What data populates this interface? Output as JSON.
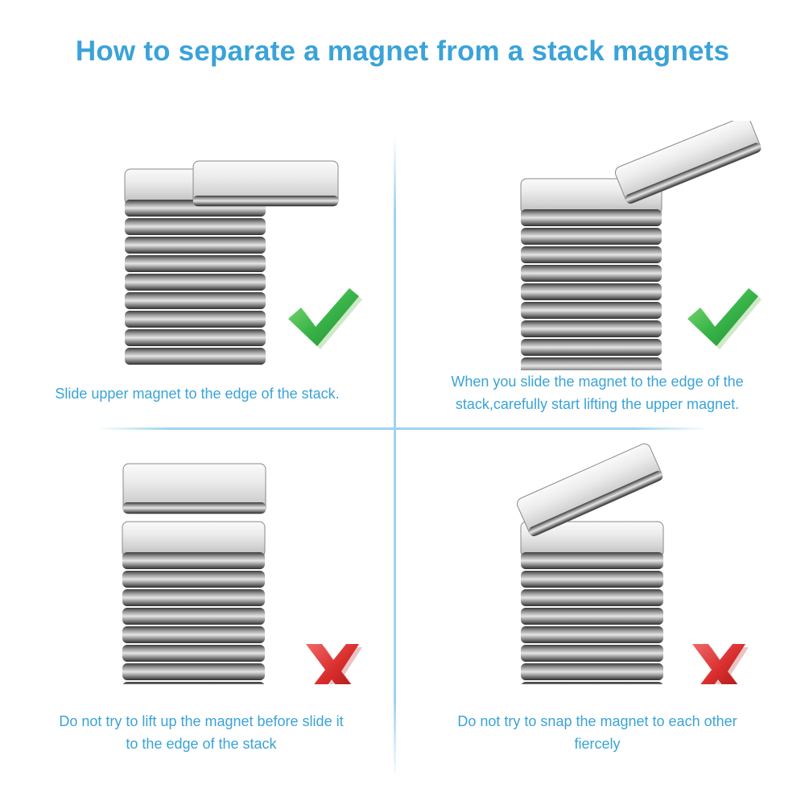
{
  "title": "How to separate a magnet from a stack magnets",
  "colors": {
    "accent": "#3aa3d8",
    "divider": "#9fd3ef",
    "check": "#3ab54a",
    "cross": "#d92d2d"
  },
  "panels": [
    {
      "status": "correct",
      "icon": "check-icon",
      "caption_lines": [
        "Slide upper magnet to the edge of the stack."
      ]
    },
    {
      "status": "correct",
      "icon": "check-icon",
      "caption_lines": [
        "When you slide the magnet to the edge of the",
        "stack,carefully start lifting the upper magnet."
      ]
    },
    {
      "status": "wrong",
      "icon": "cross-icon",
      "caption_lines": [
        "Do not try to lift up the magnet before slide it",
        "to the edge of the stack"
      ]
    },
    {
      "status": "wrong",
      "icon": "cross-icon",
      "caption_lines": [
        "Do not try to snap the magnet to each other",
        "fiercely"
      ]
    }
  ]
}
